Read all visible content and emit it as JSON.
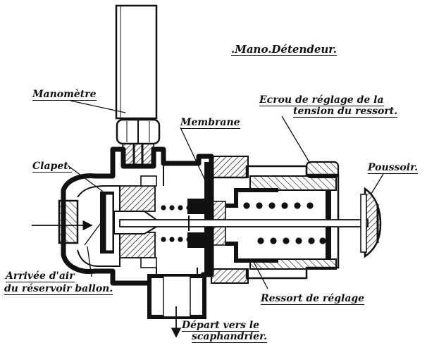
{
  "title": ".Mano.Détendeur.",
  "labels": {
    "manometre": "Manomètre",
    "ecrou_line1": "Ecrou de réglage de la",
    "ecrou_line2": "tension du ressort.",
    "membrane": "Membrane",
    "clapet": "Clapet.",
    "poussoir": "Poussoir.",
    "arrivee_line1": "Arrivée d'air",
    "arrivee_line2": "du réservoir ballon.",
    "ressort": "Ressort de réglage",
    "depart_line1": "Départ vers le",
    "depart_line2": "scaphandrier."
  },
  "colors": {
    "ink": "#111111",
    "paper": "#ffffff"
  }
}
